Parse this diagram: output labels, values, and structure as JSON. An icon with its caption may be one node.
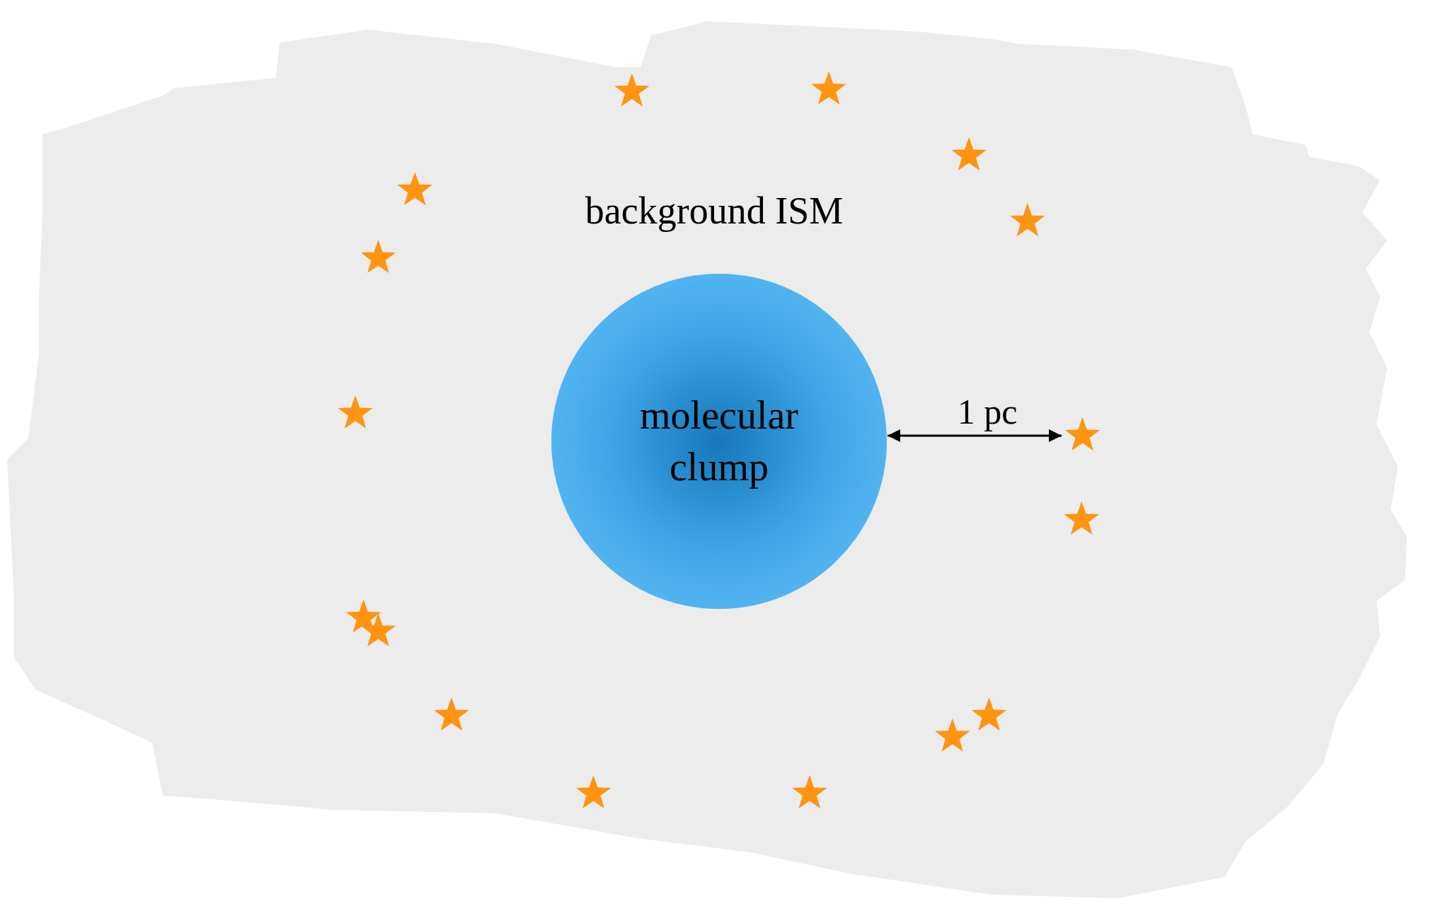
{
  "diagram": {
    "nodes": [
      {
        "text": [
          "background ISM"
        ]
      },
      {
        "text": [
          "molecular clump"
        ],
        "in": 0
      }
    ],
    "edges": [],
    "labels": [
      "1 pc"
    ]
  }
}
